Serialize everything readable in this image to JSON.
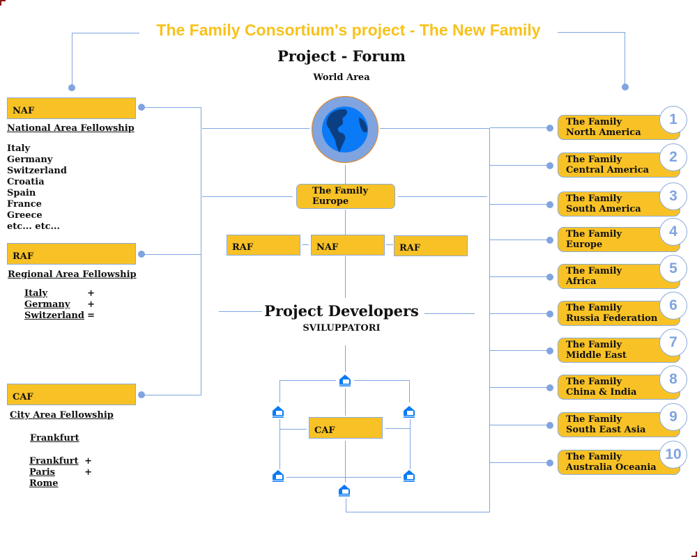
{
  "header": {
    "title": "The Family Consortium's project - The New Family",
    "forum_title": "Project - Forum",
    "forum_subtitle": "World Area",
    "developers_title": "Project Developers",
    "developers_subtitle": "SVILUPPATORI"
  },
  "colors": {
    "accent_yellow": "#f8c226",
    "line_blue": "#7fa4e0",
    "title_yellow": "#f8c21c",
    "border_red": "#8b1a1a",
    "globe_blue": "#0a7af7"
  },
  "left": {
    "naf": {
      "label": "NAF",
      "heading": "National Area Fellowship",
      "items": [
        "Italy",
        "Germany",
        "Switzerland",
        "Croatia",
        "Spain",
        "France",
        "Greece",
        "etc... etc..."
      ]
    },
    "raf": {
      "label": "RAF",
      "heading": "Regional Area Fellowship",
      "items": [
        {
          "name": "Italy",
          "op": "+"
        },
        {
          "name": "Germany",
          "op": "+"
        },
        {
          "name": "Switzerland",
          "op": "="
        }
      ]
    },
    "caf": {
      "label": "CAF",
      "heading": "City Area Fellowship",
      "city": "Frankfurt",
      "items": [
        {
          "name": "Frankfurt",
          "op": "+"
        },
        {
          "name": "Paris",
          "op": "+"
        },
        {
          "name": "Rome",
          "op": ""
        }
      ]
    }
  },
  "center": {
    "globe_icon": "globe-icon",
    "europe_line1": "The Family",
    "europe_line2": "Europe",
    "sub_boxes": [
      "RAF",
      "NAF",
      "RAF"
    ],
    "caf_label": "CAF",
    "node_icon": "home-network-icon"
  },
  "right": {
    "families": [
      {
        "num": "1",
        "line1": "The Family",
        "line2": "North America"
      },
      {
        "num": "2",
        "line1": "The Family",
        "line2": "Central America"
      },
      {
        "num": "3",
        "line1": "The Family",
        "line2": "South America"
      },
      {
        "num": "4",
        "line1": "The Family",
        "line2": "Europe"
      },
      {
        "num": "5",
        "line1": "The Family",
        "line2": "Africa"
      },
      {
        "num": "6",
        "line1": "The Family",
        "line2": "Russia Federation"
      },
      {
        "num": "7",
        "line1": "The Family",
        "line2": "Middle East"
      },
      {
        "num": "8",
        "line1": "The Family",
        "line2": "China & India"
      },
      {
        "num": "9",
        "line1": "The Family",
        "line2": "South East Asia"
      },
      {
        "num": "10",
        "line1": "The Family",
        "line2": "Australia Oceania"
      }
    ]
  }
}
